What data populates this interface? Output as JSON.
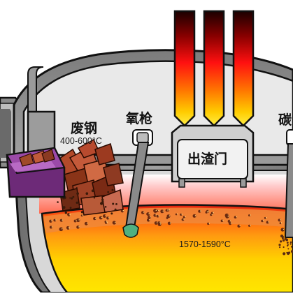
{
  "labels": {
    "scrap": "废钢",
    "scrap_temp": "400-600°C",
    "oxygen_lance": "氧枪",
    "slag_door": "出渣门",
    "carbon": "碳",
    "melt_temp": "1570-1590°C"
  },
  "colors": {
    "shell_gray": "#8c8c8c",
    "dark_gray": "#5a5a5a",
    "light_gray": "#e6e6e6",
    "outline": "#111111",
    "molten_yellow": "#ffdd00",
    "molten_orange": "#ff8800",
    "molten_red": "#e02010",
    "scrap_brown": "#a0522d",
    "chute_purple": "#8a3a95",
    "lance_gray": "#8a8a8a",
    "lance_tip_green": "#50b080"
  },
  "electrodes": {
    "count": 3
  }
}
